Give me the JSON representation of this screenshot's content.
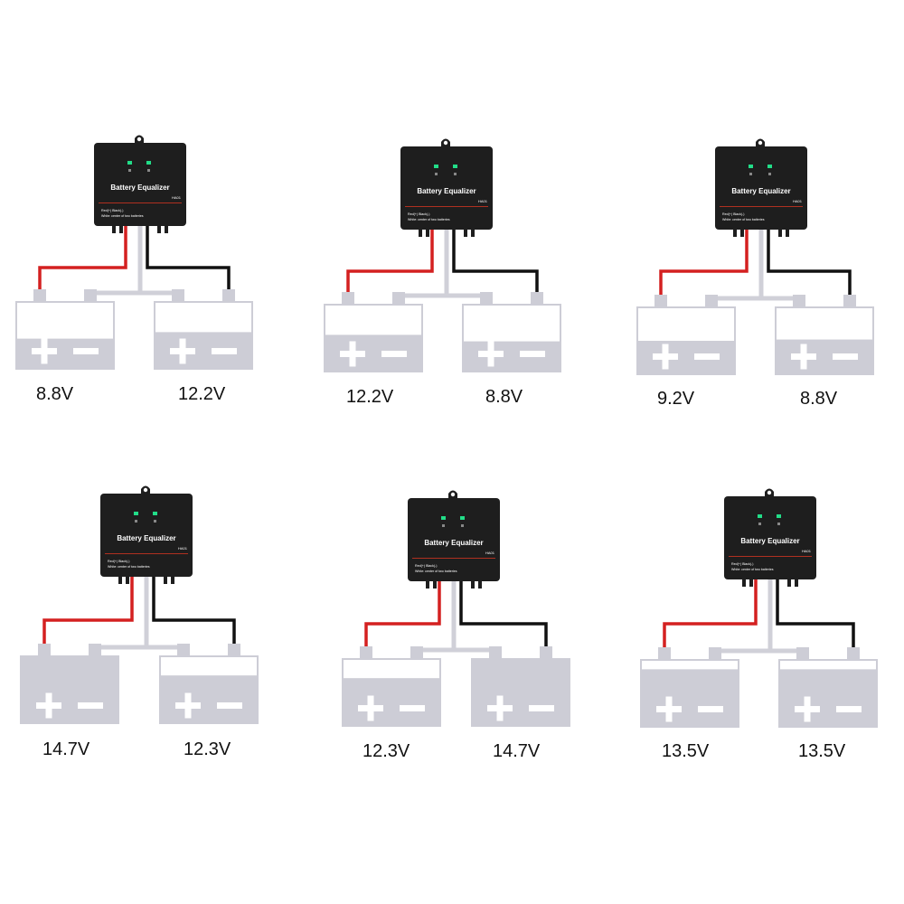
{
  "device": {
    "title": "Battery Equalizer",
    "model": "HA01",
    "legend_line1": "Red(+)  Black(-)",
    "legend_line2": "White: center of two batteries"
  },
  "colors": {
    "device_body": "#1e1e1e",
    "red_wire": "#d42020",
    "black_wire": "#111111",
    "white_wire": "#d0d0d8",
    "battery": "#cdcdd6",
    "battery_light": "#ffffff",
    "led": "#22dd88"
  },
  "diagrams": [
    {
      "left_voltage": "8.8V",
      "right_voltage": "12.2V"
    },
    {
      "left_voltage": "12.2V",
      "right_voltage": "8.8V"
    },
    {
      "left_voltage": "9.2V",
      "right_voltage": "8.8V"
    },
    {
      "left_voltage": "14.7V",
      "right_voltage": "12.3V"
    },
    {
      "left_voltage": "12.3V",
      "right_voltage": "14.7V"
    },
    {
      "left_voltage": "13.5V",
      "right_voltage": "13.5V"
    }
  ]
}
